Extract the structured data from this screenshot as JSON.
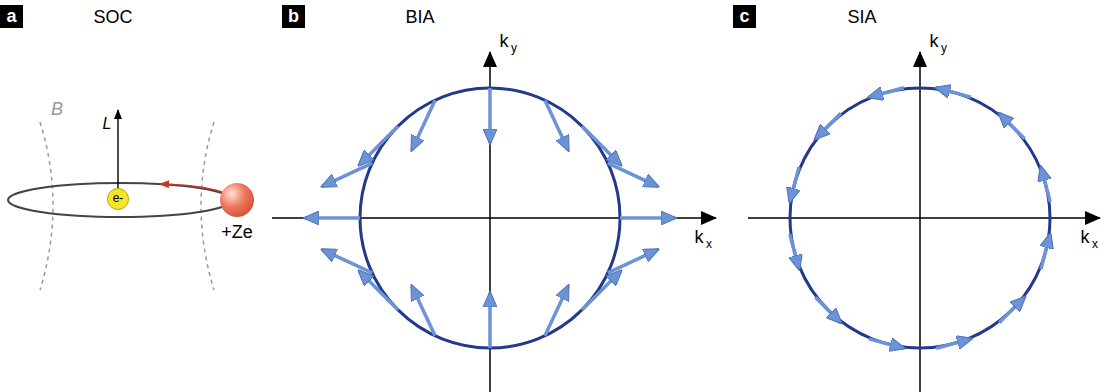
{
  "diagram": {
    "nodes": [
      {
        "text": [
          "a"
        ]
      },
      {
        "text": [
          "e-"
        ]
      },
      {
        "text": [
          "+Ze"
        ]
      },
      {
        "text": [
          "b"
        ]
      },
      {
        "text": [
          "c"
        ]
      }
    ],
    "labels": [
      "SOC",
      "B",
      "L",
      "BIA",
      "k",
      "y",
      "k",
      "x",
      "SIA",
      "k",
      "y",
      "k",
      "x"
    ]
  }
}
